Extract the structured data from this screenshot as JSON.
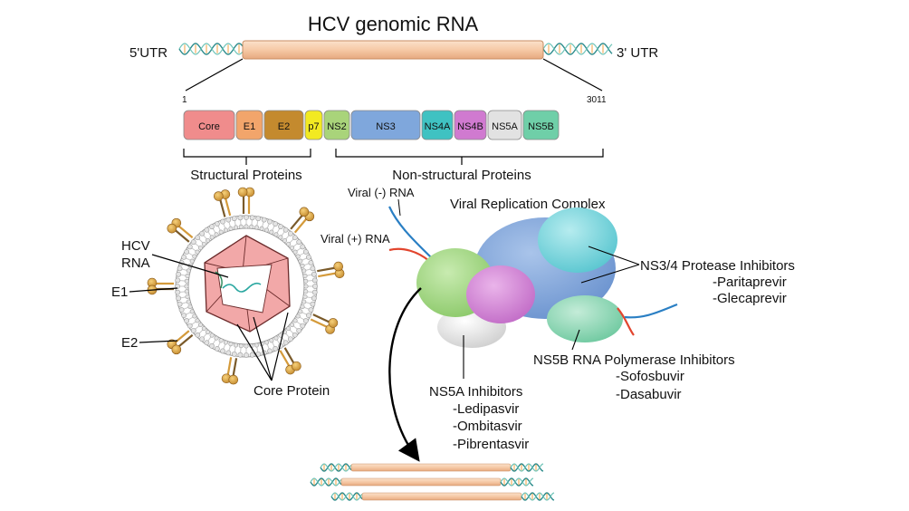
{
  "title": "HCV genomic RNA",
  "utr5": "5'UTR",
  "utr3": "3' UTR",
  "pos_start": "1",
  "pos_end": "3011",
  "proteins": [
    {
      "label": "Core",
      "color": "#f08c8c"
    },
    {
      "label": "E1",
      "color": "#f2a56b"
    },
    {
      "label": "E2",
      "color": "#c48a2e"
    },
    {
      "label": "p7",
      "color": "#f2ea22"
    },
    {
      "label": "NS2",
      "color": "#a9d47a"
    },
    {
      "label": "NS3",
      "color": "#7fa7dc"
    },
    {
      "label": "NS4A",
      "color": "#3fc2c2"
    },
    {
      "label": "NS4B",
      "color": "#d07ad0"
    },
    {
      "label": "NS5A",
      "color": "#e2e2e2"
    },
    {
      "label": "NS5B",
      "color": "#6fcfa8"
    }
  ],
  "structural_label": "Structural Proteins",
  "nonstructural_label": "Non-structural Proteins",
  "virion": {
    "hcv_rna": "HCV\nRNA",
    "e1": "E1",
    "e2": "E2",
    "core_protein": "Core Protein"
  },
  "complex": {
    "title": "Viral Replication Complex",
    "viral_neg": "Viral (-) RNA",
    "viral_pos": "Viral (+) RNA"
  },
  "inhibitors": {
    "ns34": {
      "title": "NS3/4 Protease Inhibitors",
      "drugs": [
        "-Paritaprevir",
        "-Glecaprevir"
      ]
    },
    "ns5b": {
      "title": "NS5B RNA Polymerase Inhibitors",
      "drugs": [
        "-Sofosbuvir",
        "-Dasabuvir"
      ]
    },
    "ns5a": {
      "title": "NS5A Inhibitors",
      "drugs": [
        "-Ledipasvir",
        "-Ombitasvir",
        "-Pibrentasvir"
      ]
    }
  },
  "colors": {
    "genome_bar": "#f6c9a6",
    "rna_blue": "#2a7fc4",
    "rna_red": "#e2452e",
    "membrane": "#bdbdbd",
    "capsid": "#f0a0a0"
  }
}
